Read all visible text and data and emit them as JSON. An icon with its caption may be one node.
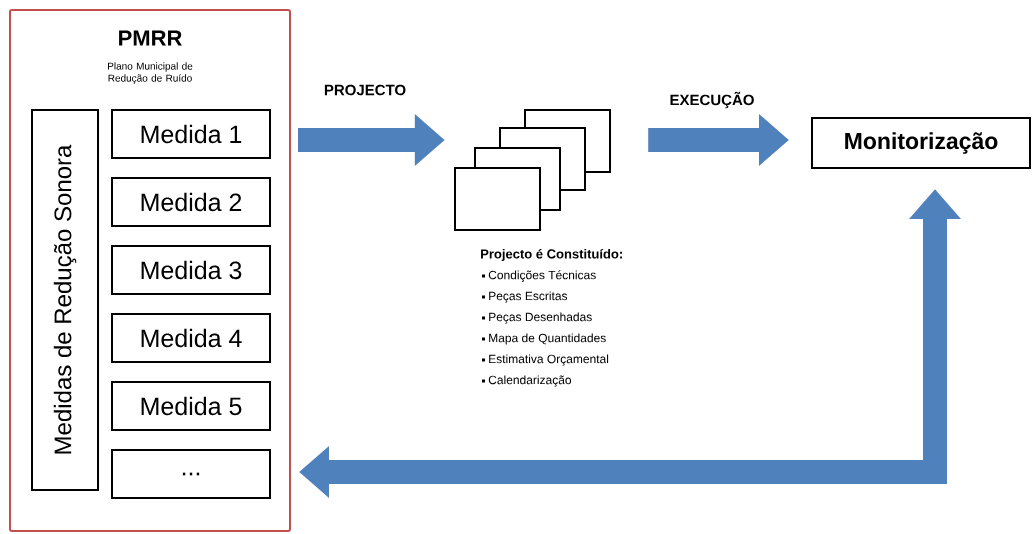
{
  "diagram": {
    "nodes": [
      {
        "text": [
          "PMRR",
          "Plano Municipal de Redução de Ruído"
        ]
      },
      {
        "text": [
          "Medidas de Redução Sonora"
        ],
        "in": 0
      },
      {
        "text": [
          "Medida 1"
        ],
        "in": 0
      },
      {
        "text": [
          "Medida 2"
        ],
        "in": 0
      },
      {
        "text": [
          "Medida 3"
        ],
        "in": 0
      },
      {
        "text": [
          "Medida 4"
        ],
        "in": 0
      },
      {
        "text": [
          "Medida 5"
        ],
        "in": 0
      },
      {
        "text": [
          "..."
        ],
        "in": 0
      },
      {
        "text": [],
        "shape": "picture",
        "beside": [
          "Projecto é Constituído:",
          "Condições Técnicas",
          "Peças Escritas",
          "Peças Desenhadas",
          "Mapa de Quantidades",
          "Estimativa Orçamental",
          "Calendarização"
        ]
      },
      {
        "text": [
          "Monitorização"
        ]
      }
    ],
    "edges": [
      {
        "from": 0,
        "to": 8,
        "arrow": "to",
        "label": "PROJECTO"
      },
      {
        "from": 8,
        "to": 9,
        "arrow": "to",
        "label": "EXECUÇÃO"
      },
      {
        "from": 9,
        "to": 0,
        "arrow": "both"
      }
    ]
  }
}
